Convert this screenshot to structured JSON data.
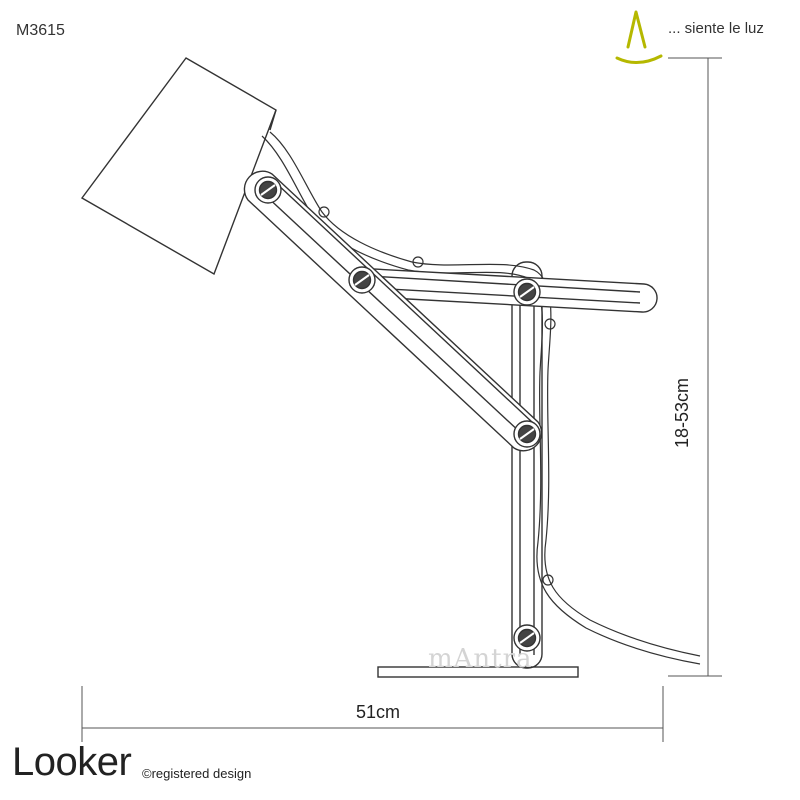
{
  "header": {
    "model_code": "M3615",
    "tagline": "... siente le luz"
  },
  "dimensions": {
    "width": "51cm",
    "height": "18-53cm"
  },
  "footer": {
    "product_name": "Looker",
    "design_note": "©registered design"
  },
  "watermark": "mAntra",
  "colors": {
    "logo": "#b5b800",
    "line": "#333333",
    "dimension_line": "#555555"
  }
}
